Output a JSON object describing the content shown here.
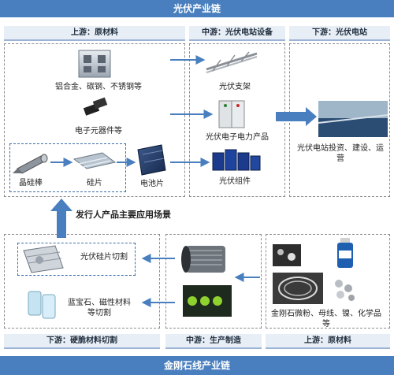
{
  "pv_chain": {
    "title": "光伏产业链",
    "stages": {
      "upstream": "上游：原材料",
      "midstream": "中游：光伏电站设备",
      "downstream": "下游：光伏电站"
    },
    "upstream_items": {
      "aluminum": "铝合金、碳钢、不锈钢等",
      "electronics": "电子元器件等",
      "ingot": "晶硅棒",
      "wafer": "硅片",
      "cell": "电池片"
    },
    "midstream_items": {
      "bracket": "光伏支架",
      "power": "光伏电子电力产品",
      "module": "光伏组件"
    },
    "downstream_item": "光伏电站投资、建设、运营"
  },
  "issuer_products": "发行人产品主要应用场景",
  "diamond_chain": {
    "title": "金刚石线产业链",
    "stages": {
      "downstream": "下游：硬脆材料切割",
      "midstream": "中游：生产制造",
      "upstream": "上游：原材料"
    },
    "downstream_items": {
      "pv_cutting": "光伏硅片切割",
      "sapphire": "蓝宝石、磁性材料等切割"
    },
    "upstream_item": "金刚石微粉、母线、镍、化学品等"
  }
}
